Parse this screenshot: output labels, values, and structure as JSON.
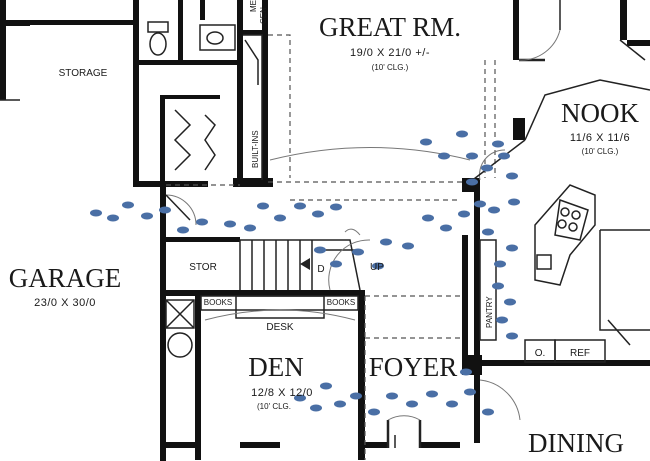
{
  "rooms": {
    "great_room": {
      "name": "GREAT RM.",
      "dims": "19/0 X 21/0 +/-",
      "ceiling": "(10' CLG.)"
    },
    "nook": {
      "name": "NOOK",
      "dims": "11/6 X 11/6",
      "ceiling": "(10' CLG.)"
    },
    "garage": {
      "name": "GARAGE",
      "dims": "23/0 X 30/0"
    },
    "den": {
      "name": "DEN",
      "dims": "12/8 X 12/0",
      "ceiling": "(10' CLG."
    },
    "foyer": {
      "name": "FOYER"
    },
    "dining": {
      "name": "DINING"
    }
  },
  "labels": {
    "storage": "STORAGE",
    "stor": "STOR",
    "desk": "DESK",
    "books_left": "BOOKS",
    "books_right": "BOOKS",
    "built_ins": "BUILT-INS",
    "media_center_a": "ME",
    "media_center_b": "CEN",
    "pantry": "PANTRY",
    "oven": "O.",
    "ref": "REF",
    "stairs_mark": "D",
    "stairs_up": "UP"
  },
  "colors": {
    "walls": "#111111",
    "footprints": "#4a6fa5",
    "background": "#ffffff"
  },
  "icons": [
    "footprint-icon",
    "toilet-icon",
    "sink-icon",
    "stove-icon",
    "stair-arrow-icon"
  ]
}
